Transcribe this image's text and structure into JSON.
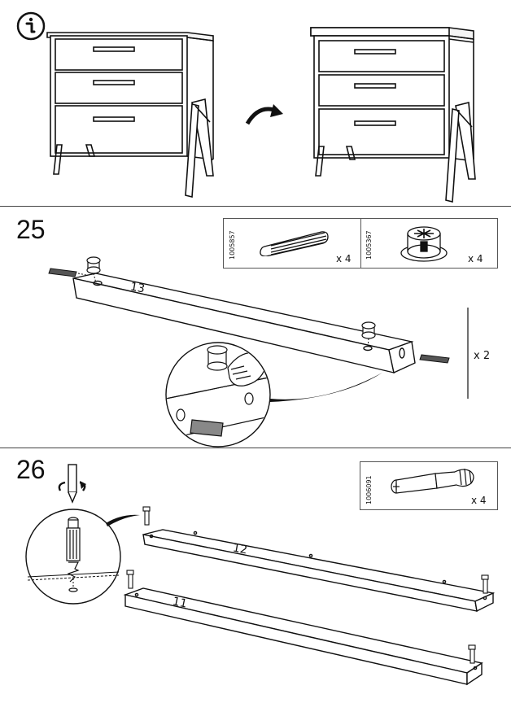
{
  "info": {
    "icon": "info-icon"
  },
  "step25": {
    "number": "25",
    "parts": [
      {
        "article": "1005857",
        "qty": "x 4",
        "icon": "wooden-dowel-icon"
      },
      {
        "article": "1005367",
        "qty": "x 4",
        "icon": "cam-lock-icon"
      }
    ],
    "board_label": "13",
    "repeat": "x 2"
  },
  "step26": {
    "number": "26",
    "parts": [
      {
        "article": "1006091",
        "qty": "x 4",
        "icon": "cam-bolt-icon"
      }
    ],
    "board_top_label": "12",
    "board_bottom_label": "11"
  }
}
